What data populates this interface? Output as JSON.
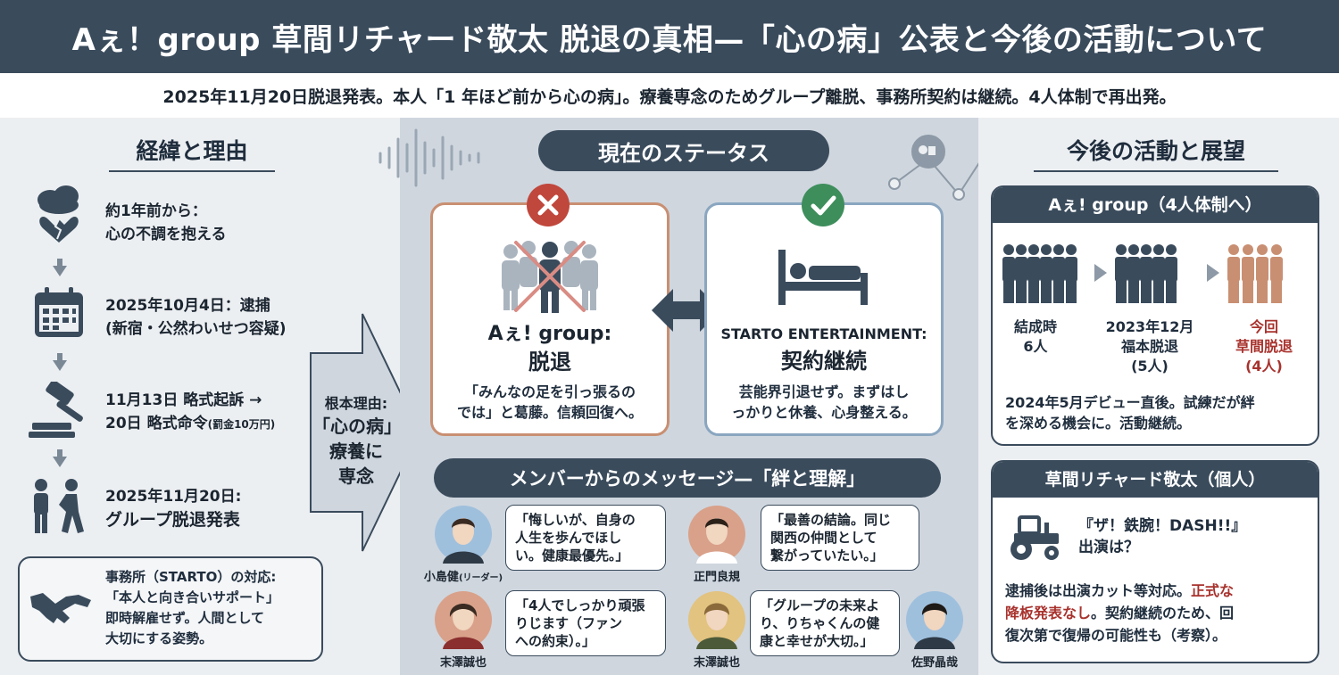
{
  "header": {
    "title": "Aぇ！group 草間リチャード敬太 脱退の真相—「心の病」公表と今後の活動について"
  },
  "subheader": {
    "text": "2025年11月20日脱退発表。本人「1 年ほど前から心の病」。療養専念のためグループ離脱、事務所契約は継続。4人体制で再出発。"
  },
  "left": {
    "title": "経緯と理由",
    "steps": [
      {
        "line1": "約1年前から：",
        "line2": "心の不調を抱える",
        "icon": "broken-heart-cloud-icon"
      },
      {
        "line1": "2025年10月4日：逮捕",
        "line2": "(新宿・公然わいせつ容疑)",
        "icon": "calendar-icon"
      },
      {
        "line1": "11月13日 略式起訴 →",
        "line2": "20日 略式命令",
        "line2_small": "(罰金10万円)",
        "icon": "gavel-icon"
      },
      {
        "line1": "2025年11月20日:",
        "line2": "グループ脱退発表",
        "icon": "person-leaving-icon"
      }
    ],
    "agency": {
      "line1": "事務所（STARTO）の対応:",
      "line2": "「本人と向き合いサポート」",
      "line3": "即時解雇せず。人間として",
      "line4": "大切にする姿勢。",
      "icon": "handshake-icon"
    },
    "reason_arrow": {
      "line1": "根本理由:",
      "line2": "「心の病」",
      "line3": "療養に",
      "line4": "専念"
    }
  },
  "middle": {
    "status_title": "現在のステータス",
    "card_left": {
      "title1": "Aぇ! group:",
      "title2": "脱退",
      "desc1": "「みんなの足を引っ張るの",
      "desc2": "では」と葛藤。信頼回復へ。"
    },
    "card_right": {
      "title1": "STARTO ENTERTAINMENT:",
      "title2": "契約継続",
      "desc1": "芸能界引退せず。まずはし",
      "desc2": "っかりと休養、心身整える。"
    },
    "message_title": "メンバーからのメッセージ—「絆と理解」",
    "members": [
      {
        "name": "小島健",
        "role": "(リーダー)",
        "msg1": "「悔しいが、自身の",
        "msg2": "人生を歩んでほし",
        "msg3": "い。健康最優先。」"
      },
      {
        "name": "正門良規",
        "role": "",
        "msg1": "「最善の結論。同じ",
        "msg2": "関西の仲間として",
        "msg3": "繋がっていたい。」"
      },
      {
        "name": "末澤誠也",
        "role": "",
        "msg1": "「4人でしっかり頑張",
        "msg2": "りじます（ファン",
        "msg3": "への約束）。」"
      },
      {
        "name": "末澤誠也",
        "role": "",
        "msg1": "「グループの未来よ",
        "msg2": "り、りちゃくんの健",
        "msg3": "康と幸せが大切。」"
      },
      {
        "name": "佐野晶哉",
        "role": ""
      }
    ]
  },
  "right": {
    "title": "今後の活動と展望",
    "group_box": {
      "head": "Aぇ! group（4人体制へ）",
      "stages": [
        {
          "l1": "結成時",
          "l2": "6人",
          "l3": "",
          "count": 6,
          "color": "#3a4b5c"
        },
        {
          "l1": "2023年12月",
          "l2": "福本脱退",
          "l3": "(5人)",
          "count": 5,
          "color": "#3a4b5c"
        },
        {
          "l1": "今回",
          "l2": "草間脱退",
          "l3": "(4人)",
          "count": 4,
          "color": "#c98f72"
        }
      ],
      "desc1": "2024年5月デビュー直後。試練だが絆",
      "desc2": "を深める機会に。活動継続。"
    },
    "person_box": {
      "head": "草間リチャード敬太（個人）",
      "show1": "『ザ！鉄腕！DASH!!』",
      "show2": "出演は？",
      "d1a": "逮捕後は出演カット等対応。",
      "d1b": "正式な",
      "d2a": "降板発表なし",
      "d2b": "。契約継続のため、回",
      "d3": "復次第で復帰の可能性も（考察）。"
    }
  },
  "colors": {
    "dark": "#3a4b5c",
    "accent_red": "#a8322d",
    "cross_red": "#c0473c",
    "check_green": "#3e8e5c",
    "peach": "#c98f72"
  }
}
